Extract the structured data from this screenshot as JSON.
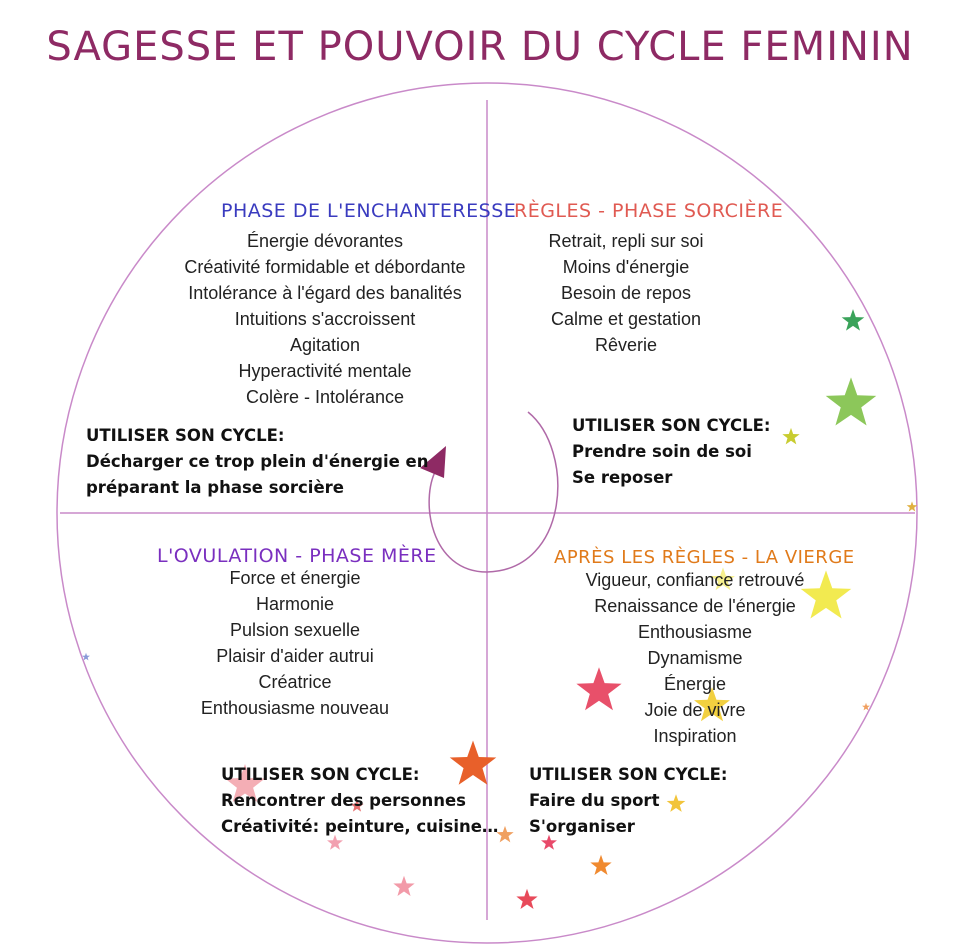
{
  "title": "SAGESSE ET POUVOIR DU CYCLE FEMININ",
  "colors": {
    "title": "#8e2a64",
    "circle": "#c98ac9",
    "arrow": "#8e2a64",
    "enchanteresse": "#3a3bbf",
    "sorciere": "#e05a52",
    "mere": "#7a2fbf",
    "vierge": "#e07a1a"
  },
  "phases": {
    "enchanteresse": {
      "title": "PHASE DE L'ENCHANTERESSE",
      "traits": [
        "Énergie dévorantes",
        "Créativité formidable et débordante",
        "Intolérance à l'égard des banalités",
        "Intuitions s'accroissent",
        "Agitation",
        "Hyperactivité mentale",
        "Colère - Intolérance"
      ],
      "use_heading": "UTILISER SON CYCLE:",
      "use_items": [
        "Décharger ce trop plein d'énergie en",
        "préparant la phase sorcière"
      ]
    },
    "sorciere": {
      "title": "RÈGLES - PHASE SORCIÈRE",
      "traits": [
        "Retrait, repli sur soi",
        "Moins d'énergie",
        "Besoin de repos",
        "Calme et gestation",
        "Rêverie"
      ],
      "use_heading": "UTILISER SON CYCLE:",
      "use_items": [
        "Prendre soin de soi",
        "Se reposer"
      ]
    },
    "mere": {
      "title": "L'OVULATION - PHASE MÈRE",
      "traits": [
        "Force et énergie",
        "Harmonie",
        "Pulsion sexuelle",
        "Plaisir d'aider autrui",
        "Créatrice",
        "Enthousiasme nouveau"
      ],
      "use_heading": "UTILISER SON CYCLE:",
      "use_items": [
        "Rencontrer des personnes",
        "Créativité: peinture, cuisine…"
      ]
    },
    "vierge": {
      "title": "APRÈS LES RÈGLES - LA VIERGE",
      "traits": [
        "Vigueur, confiance retrouvé",
        "Renaissance de l'énergie",
        "Enthousiasme",
        "Dynamisme",
        "Énergie",
        "Joie de vivre",
        "Inspiration"
      ],
      "use_heading": "UTILISER SON CYCLE:",
      "use_items": [
        "Faire du sport",
        "S'organiser"
      ]
    }
  }
}
